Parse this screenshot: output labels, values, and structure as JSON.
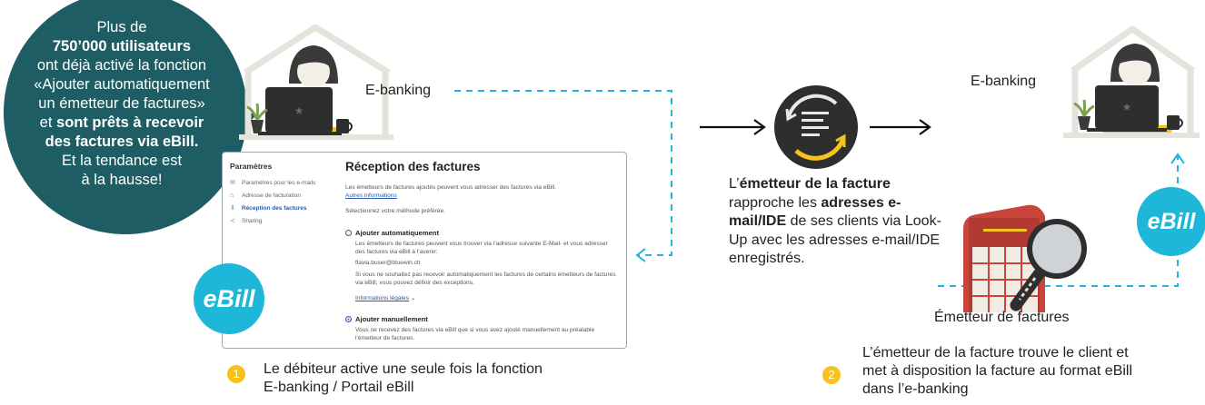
{
  "bubble": {
    "line1": "Plus de",
    "line2_bold": "750’000 utilisateurs",
    "line3": "ont déjà activé la fonction",
    "line4": "«Ajouter automatiquement",
    "line5": "un émetteur de factures»",
    "line6_pre": "et ",
    "line6_bold": "sont prêts à recevoir",
    "line7_bold": "des factures via eBill.",
    "line8": "Et la tendance est",
    "line9": "à la hausse!"
  },
  "left": {
    "ebanking_label": "E-banking",
    "ebill_badge": "eBill",
    "step_number": "1",
    "step_line1": "Le débiteur active une seule fois la fonction",
    "step_line2": "E-banking / Portail eBill"
  },
  "panel": {
    "side_title": "Paramètres",
    "side_items": [
      {
        "label": "Paramètres pour les e-mails",
        "icon": "mail-icon"
      },
      {
        "label": "Adresse de facturation",
        "icon": "home-icon"
      },
      {
        "label": "Réception des factures",
        "icon": "inbox-icon"
      },
      {
        "label": "Sharing",
        "icon": "share-icon"
      }
    ],
    "title": "Réception des factures",
    "intro": "Les émetteurs de factures ajoutés peuvent vous adresser des factures via eBill.",
    "more_info": "Autres informations",
    "choose": "Sélectionnez votre méthode préférée.",
    "option1_label": "Ajouter automatiquement",
    "option1_text": "Les émetteurs de factures peuvent vous trouver via l’adresse suivante E-Mail- et vous adresser des factures via eBill à l’avenir:",
    "email": "flavia.buser@bluewin.ch",
    "option1_text2": "Si vous ne souhaitez pas recevoir automatiquement les factures de certains émetteurs de factures via eBill, vous pouvez définir des exceptions.",
    "legal_link": "Informations légales",
    "option2_label": "Ajouter manuellement",
    "option2_text": "Vous ne recevez des factures via eBill que si vous avez ajouté manuellement au préalable l’émetteur de factures."
  },
  "center": {
    "pre": "L’",
    "bold1": "émetteur de la facture",
    "mid": " rapproche les ",
    "bold2": "adresses e-mail/IDE",
    "post": " de ses clients via Look-Up avec les adresses e-mail/IDE enregistrés."
  },
  "right": {
    "ebanking_label": "E-banking",
    "ebill_badge": "eBill",
    "issuer_label": "Émetteur de factures",
    "step_number": "2",
    "step_line1": "L’émetteur de la facture trouve le client et",
    "step_line2": "met à disposition la facture au format eBill",
    "step_line3": "dans l’e-banking"
  },
  "colors": {
    "bubble": "#1e5d63",
    "ebill": "#1eb6d9",
    "accent_yellow": "#f6c21b",
    "dash": "#1eb6d9",
    "laptop": "#2e2e2e",
    "issuer_red": "#c9453c"
  }
}
